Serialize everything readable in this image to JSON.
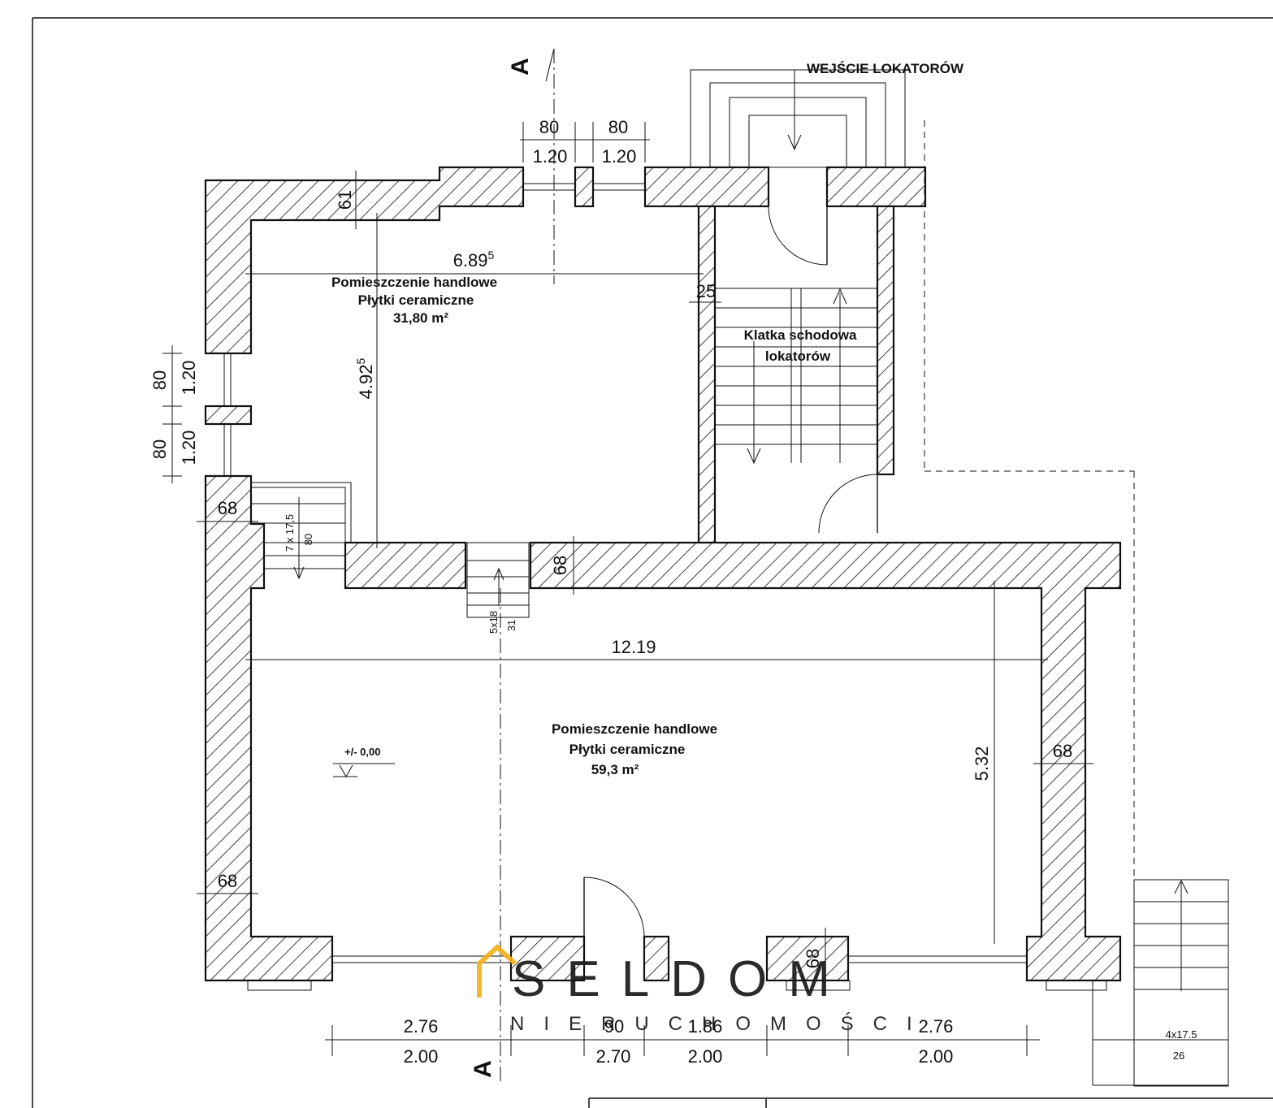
{
  "entrance_label": "WEJŚCIE LOKATORÓW",
  "section_marker": "A",
  "rooms": [
    {
      "name": "Pomieszczenie handlowe",
      "finish": "Płytki ceramiczne",
      "area": "31,80 m²"
    },
    {
      "name": "Pomieszczenie handlowe",
      "finish": "Płytki ceramiczne",
      "area": "59,3 m²"
    }
  ],
  "stair": {
    "name": "Klatka schodowa",
    "name2": "lokatorów"
  },
  "level_mark": "+/- 0,00",
  "dimensions": {
    "top_w1": "80",
    "top_w2": "80",
    "top_h1": "1.20",
    "top_h2": "1.20",
    "wall_61": "61",
    "room1_width": "6.89",
    "room1_width_sup": "5",
    "room1_height": "4.92",
    "room1_height_sup": "5",
    "d25": "25",
    "left_w1": "80",
    "left_w2": "80",
    "left_h1": "1.20",
    "left_h2": "1.20",
    "left_68a": "68",
    "left_68b": "68",
    "stairs_small": "7 x 17,5",
    "stairs_small_b": "80",
    "wall_68_mid": "68",
    "stairs_mid": "5x18",
    "stairs_mid_b": "31",
    "room2_width": "12.19",
    "room2_height": "5.32",
    "right_68": "68",
    "bottom_68": "68",
    "b_276a": "2.76",
    "b_200a": "2.00",
    "b_90": "90",
    "b_270": "2.70",
    "b_186": "1.86",
    "b_200b": "2.00",
    "b_276b": "2.76",
    "b_200c": "2.00",
    "stairs_ext": "4x17.5",
    "stairs_ext_b": "26"
  },
  "watermark": {
    "brand": "SELDOM",
    "subtitle": "NIERUCHOMOŚCI",
    "accent_color": "#f2b21c"
  }
}
